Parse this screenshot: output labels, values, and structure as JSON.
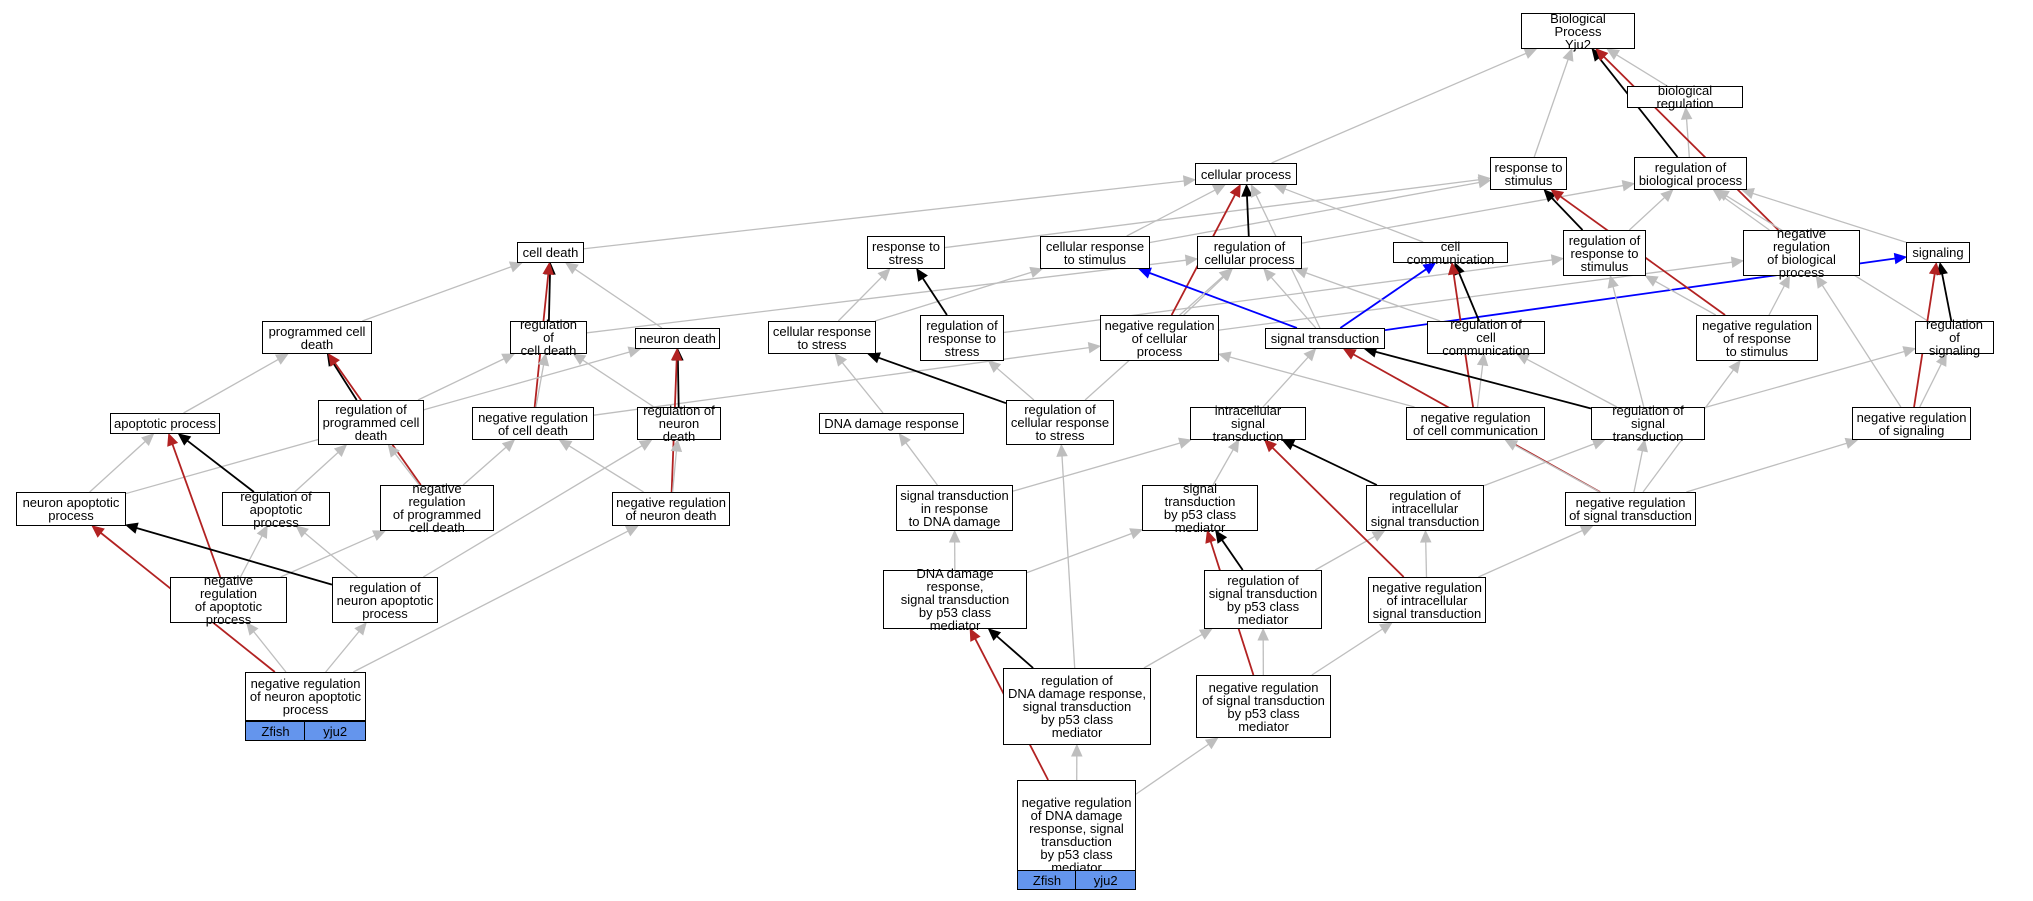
{
  "colors": {
    "is_a": "#bebebe",
    "part_of": "#000000",
    "negatively_regulates": "#b22222",
    "positively_regulates": "#0000ff",
    "tag_fill": "#6495ed"
  },
  "nodes": [
    {
      "id": "bp",
      "label": "Biological Process\nYju2"
    },
    {
      "id": "breg",
      "label": "biological regulation"
    },
    {
      "id": "cp",
      "label": "cellular process"
    },
    {
      "id": "rts",
      "label": "response to\nstimulus"
    },
    {
      "id": "rbp",
      "label": "regulation of\nbiological process"
    },
    {
      "id": "cd",
      "label": "cell death"
    },
    {
      "id": "rtst",
      "label": "response to\nstress"
    },
    {
      "id": "crts",
      "label": "cellular response\nto stimulus"
    },
    {
      "id": "rcp",
      "label": "regulation of\ncellular process"
    },
    {
      "id": "cc",
      "label": "cell communication"
    },
    {
      "id": "rrts",
      "label": "regulation of\nresponse to\nstimulus"
    },
    {
      "id": "nrbp",
      "label": "negative regulation\nof biological\nprocess"
    },
    {
      "id": "sig",
      "label": "signaling"
    },
    {
      "id": "pcd",
      "label": "programmed cell\ndeath"
    },
    {
      "id": "rcd",
      "label": "regulation of\ncell death"
    },
    {
      "id": "nd",
      "label": "neuron death"
    },
    {
      "id": "crst",
      "label": "cellular response\nto stress"
    },
    {
      "id": "rrst",
      "label": "regulation of\nresponse to\nstress"
    },
    {
      "id": "nrcp",
      "label": "negative regulation\nof cellular\nprocess"
    },
    {
      "id": "st",
      "label": "signal transduction"
    },
    {
      "id": "rcc",
      "label": "regulation of\ncell communication"
    },
    {
      "id": "nrrts",
      "label": "negative regulation\nof response\nto stimulus"
    },
    {
      "id": "rsig",
      "label": "regulation of\nsignaling"
    },
    {
      "id": "ap",
      "label": "apoptotic process"
    },
    {
      "id": "rpcd",
      "label": "regulation of\nprogrammed cell\ndeath"
    },
    {
      "id": "nrcd",
      "label": "negative regulation\nof cell death"
    },
    {
      "id": "rnd",
      "label": "regulation of\nneuron death"
    },
    {
      "id": "ddr",
      "label": "DNA damage response"
    },
    {
      "id": "rcrs",
      "label": "regulation of\ncellular response\nto stress"
    },
    {
      "id": "ist",
      "label": "intracellular\nsignal transduction"
    },
    {
      "id": "nrcc",
      "label": "negative regulation\nof cell communication"
    },
    {
      "id": "rst",
      "label": "regulation of\nsignal transduction"
    },
    {
      "id": "nrsig",
      "label": "negative regulation\nof signaling"
    },
    {
      "id": "nap",
      "label": "neuron apoptotic\nprocess"
    },
    {
      "id": "rap",
      "label": "regulation of\napoptotic process"
    },
    {
      "id": "nrpcd",
      "label": "negative regulation\nof programmed\ncell death"
    },
    {
      "id": "nrnd",
      "label": "negative regulation\nof neuron death"
    },
    {
      "id": "stdd",
      "label": "signal transduction\nin response\nto DNA damage"
    },
    {
      "id": "stp53",
      "label": "signal transduction\nby p53 class\nmediator"
    },
    {
      "id": "rist",
      "label": "regulation of\nintracellular\nsignal transduction"
    },
    {
      "id": "nrst",
      "label": "negative regulation\nof signal transduction"
    },
    {
      "id": "nrap",
      "label": "negative regulation\nof apoptotic\nprocess"
    },
    {
      "id": "rnap",
      "label": "regulation of\nneuron apoptotic\nprocess"
    },
    {
      "id": "ddrp53",
      "label": "DNA damage response,\nsignal transduction\nby p53 class\nmediator"
    },
    {
      "id": "rstp53",
      "label": "regulation of\nsignal transduction\nby p53 class\nmediator"
    },
    {
      "id": "nrist",
      "label": "negative regulation\nof intracellular\nsignal transduction"
    },
    {
      "id": "nrnap",
      "label": "negative regulation\nof neuron apoptotic\nprocess"
    },
    {
      "id": "rddrp53",
      "label": "regulation of\nDNA damage response,\nsignal transduction\nby p53 class\nmediator"
    },
    {
      "id": "nrstp53",
      "label": "negative regulation\nof signal transduction\nby p53 class\nmediator"
    },
    {
      "id": "nrddrp53",
      "label": "negative regulation\nof DNA damage\nresponse, signal\ntransduction\nby p53 class\nmediator"
    }
  ],
  "annotations": [
    {
      "node": "nrnap",
      "source": "Zfish",
      "gene": "yju2"
    },
    {
      "node": "nrddrp53",
      "source": "Zfish",
      "gene": "yju2"
    }
  ],
  "edges": [
    {
      "from": "breg",
      "to": "bp",
      "type": "is_a"
    },
    {
      "from": "cp",
      "to": "bp",
      "type": "is_a"
    },
    {
      "from": "rts",
      "to": "bp",
      "type": "is_a"
    },
    {
      "from": "rbp",
      "to": "breg",
      "type": "is_a"
    },
    {
      "from": "rbp",
      "to": "bp",
      "type": "part_of"
    },
    {
      "from": "nrbp",
      "to": "bp",
      "type": "negatively_regulates"
    },
    {
      "from": "nrbp",
      "to": "rbp",
      "type": "is_a"
    },
    {
      "from": "cd",
      "to": "cp",
      "type": "is_a"
    },
    {
      "from": "rtst",
      "to": "rts",
      "type": "is_a"
    },
    {
      "from": "crts",
      "to": "cp",
      "type": "is_a"
    },
    {
      "from": "crts",
      "to": "rts",
      "type": "is_a"
    },
    {
      "from": "rcp",
      "to": "cp",
      "type": "part_of"
    },
    {
      "from": "rcp",
      "to": "rbp",
      "type": "is_a"
    },
    {
      "from": "cc",
      "to": "cp",
      "type": "is_a"
    },
    {
      "from": "rrts",
      "to": "rts",
      "type": "part_of"
    },
    {
      "from": "rrts",
      "to": "rbp",
      "type": "is_a"
    },
    {
      "from": "sig",
      "to": "rbp",
      "type": "is_a"
    },
    {
      "from": "pcd",
      "to": "cd",
      "type": "is_a"
    },
    {
      "from": "rcd",
      "to": "cd",
      "type": "part_of"
    },
    {
      "from": "rcd",
      "to": "rcp",
      "type": "is_a"
    },
    {
      "from": "nd",
      "to": "cd",
      "type": "is_a"
    },
    {
      "from": "crst",
      "to": "rtst",
      "type": "is_a"
    },
    {
      "from": "crst",
      "to": "crts",
      "type": "is_a"
    },
    {
      "from": "rrst",
      "to": "rtst",
      "type": "part_of"
    },
    {
      "from": "rrst",
      "to": "rrts",
      "type": "is_a"
    },
    {
      "from": "nrcp",
      "to": "cp",
      "type": "negatively_regulates"
    },
    {
      "from": "nrcp",
      "to": "rcp",
      "type": "is_a"
    },
    {
      "from": "nrcp",
      "to": "nrbp",
      "type": "is_a"
    },
    {
      "from": "st",
      "to": "cp",
      "type": "is_a"
    },
    {
      "from": "st",
      "to": "crts",
      "type": "positively_regulates"
    },
    {
      "from": "st",
      "to": "cc",
      "type": "positively_regulates"
    },
    {
      "from": "st",
      "to": "sig",
      "type": "positively_regulates"
    },
    {
      "from": "st",
      "to": "rcp",
      "type": "is_a"
    },
    {
      "from": "rcc",
      "to": "cc",
      "type": "part_of"
    },
    {
      "from": "rcc",
      "to": "rcp",
      "type": "is_a"
    },
    {
      "from": "nrrts",
      "to": "rts",
      "type": "negatively_regulates"
    },
    {
      "from": "nrrts",
      "to": "rrts",
      "type": "is_a"
    },
    {
      "from": "nrrts",
      "to": "nrbp",
      "type": "is_a"
    },
    {
      "from": "rsig",
      "to": "sig",
      "type": "part_of"
    },
    {
      "from": "rsig",
      "to": "rbp",
      "type": "is_a"
    },
    {
      "from": "ap",
      "to": "pcd",
      "type": "is_a"
    },
    {
      "from": "rpcd",
      "to": "pcd",
      "type": "part_of"
    },
    {
      "from": "rpcd",
      "to": "rcd",
      "type": "is_a"
    },
    {
      "from": "nrcd",
      "to": "cd",
      "type": "negatively_regulates"
    },
    {
      "from": "nrcd",
      "to": "rcd",
      "type": "is_a"
    },
    {
      "from": "nrcd",
      "to": "nrcp",
      "type": "is_a"
    },
    {
      "from": "rnd",
      "to": "nd",
      "type": "part_of"
    },
    {
      "from": "rnd",
      "to": "rcd",
      "type": "is_a"
    },
    {
      "from": "ddr",
      "to": "crst",
      "type": "is_a"
    },
    {
      "from": "rcrs",
      "to": "crst",
      "type": "part_of"
    },
    {
      "from": "rcrs",
      "to": "rrst",
      "type": "is_a"
    },
    {
      "from": "rcrs",
      "to": "rcp",
      "type": "is_a"
    },
    {
      "from": "ist",
      "to": "st",
      "type": "is_a"
    },
    {
      "from": "nrcc",
      "to": "cc",
      "type": "negatively_regulates"
    },
    {
      "from": "nrcc",
      "to": "rcc",
      "type": "is_a"
    },
    {
      "from": "nrcc",
      "to": "nrcp",
      "type": "is_a"
    },
    {
      "from": "rst",
      "to": "st",
      "type": "part_of"
    },
    {
      "from": "rst",
      "to": "rcc",
      "type": "is_a"
    },
    {
      "from": "rst",
      "to": "rrts",
      "type": "is_a"
    },
    {
      "from": "rst",
      "to": "rsig",
      "type": "is_a"
    },
    {
      "from": "nrsig",
      "to": "sig",
      "type": "negatively_regulates"
    },
    {
      "from": "nrsig",
      "to": "rsig",
      "type": "is_a"
    },
    {
      "from": "nrsig",
      "to": "nrbp",
      "type": "is_a"
    },
    {
      "from": "nap",
      "to": "ap",
      "type": "is_a"
    },
    {
      "from": "nap",
      "to": "nd",
      "type": "is_a"
    },
    {
      "from": "rap",
      "to": "ap",
      "type": "part_of"
    },
    {
      "from": "rap",
      "to": "rpcd",
      "type": "is_a"
    },
    {
      "from": "nrpcd",
      "to": "pcd",
      "type": "negatively_regulates"
    },
    {
      "from": "nrpcd",
      "to": "rpcd",
      "type": "is_a"
    },
    {
      "from": "nrpcd",
      "to": "nrcd",
      "type": "is_a"
    },
    {
      "from": "nrnd",
      "to": "nd",
      "type": "negatively_regulates"
    },
    {
      "from": "nrnd",
      "to": "rnd",
      "type": "is_a"
    },
    {
      "from": "nrnd",
      "to": "nrcd",
      "type": "is_a"
    },
    {
      "from": "stdd",
      "to": "ddr",
      "type": "is_a"
    },
    {
      "from": "stdd",
      "to": "ist",
      "type": "is_a"
    },
    {
      "from": "stp53",
      "to": "ist",
      "type": "is_a"
    },
    {
      "from": "rist",
      "to": "ist",
      "type": "part_of"
    },
    {
      "from": "rist",
      "to": "rst",
      "type": "is_a"
    },
    {
      "from": "nrst",
      "to": "st",
      "type": "negatively_regulates"
    },
    {
      "from": "nrst",
      "to": "rst",
      "type": "is_a"
    },
    {
      "from": "nrst",
      "to": "nrcc",
      "type": "is_a"
    },
    {
      "from": "nrst",
      "to": "nrrts",
      "type": "is_a"
    },
    {
      "from": "nrst",
      "to": "nrsig",
      "type": "is_a"
    },
    {
      "from": "nrap",
      "to": "ap",
      "type": "negatively_regulates"
    },
    {
      "from": "nrap",
      "to": "rap",
      "type": "is_a"
    },
    {
      "from": "nrap",
      "to": "nrpcd",
      "type": "is_a"
    },
    {
      "from": "rnap",
      "to": "nap",
      "type": "part_of"
    },
    {
      "from": "rnap",
      "to": "rap",
      "type": "is_a"
    },
    {
      "from": "rnap",
      "to": "rnd",
      "type": "is_a"
    },
    {
      "from": "ddrp53",
      "to": "stdd",
      "type": "is_a"
    },
    {
      "from": "ddrp53",
      "to": "stp53",
      "type": "is_a"
    },
    {
      "from": "rstp53",
      "to": "stp53",
      "type": "part_of"
    },
    {
      "from": "rstp53",
      "to": "rist",
      "type": "is_a"
    },
    {
      "from": "nrist",
      "to": "ist",
      "type": "negatively_regulates"
    },
    {
      "from": "nrist",
      "to": "rist",
      "type": "is_a"
    },
    {
      "from": "nrist",
      "to": "nrst",
      "type": "is_a"
    },
    {
      "from": "nrnap",
      "to": "nap",
      "type": "negatively_regulates"
    },
    {
      "from": "nrnap",
      "to": "nrap",
      "type": "is_a"
    },
    {
      "from": "nrnap",
      "to": "rnap",
      "type": "is_a"
    },
    {
      "from": "nrnap",
      "to": "nrnd",
      "type": "is_a"
    },
    {
      "from": "rddrp53",
      "to": "ddrp53",
      "type": "part_of"
    },
    {
      "from": "rddrp53",
      "to": "rstp53",
      "type": "is_a"
    },
    {
      "from": "rddrp53",
      "to": "rcrs",
      "type": "is_a"
    },
    {
      "from": "nrstp53",
      "to": "stp53",
      "type": "negatively_regulates"
    },
    {
      "from": "nrstp53",
      "to": "rstp53",
      "type": "is_a"
    },
    {
      "from": "nrstp53",
      "to": "nrist",
      "type": "is_a"
    },
    {
      "from": "nrddrp53",
      "to": "ddrp53",
      "type": "negatively_regulates"
    },
    {
      "from": "nrddrp53",
      "to": "rddrp53",
      "type": "is_a"
    },
    {
      "from": "nrddrp53",
      "to": "nrstp53",
      "type": "is_a"
    }
  ]
}
